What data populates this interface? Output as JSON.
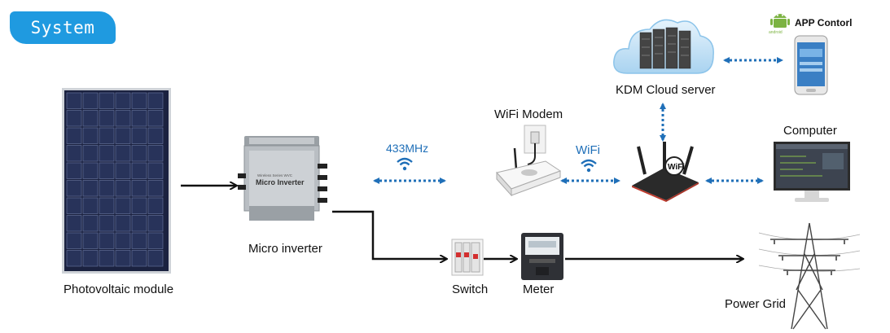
{
  "title": "System",
  "labels": {
    "pv_module": "Photovoltaic module",
    "micro_inverter": "Micro inverter",
    "switch": "Switch",
    "meter": "Meter",
    "power_grid": "Power Grid",
    "wifi_modem": "WiFi Modem",
    "cloud_server": "KDM Cloud server",
    "computer": "Computer",
    "app_control": "APP Contorl",
    "freq_433": "433MHz",
    "wifi": "WiFi",
    "android": "android"
  },
  "device_text": {
    "inverter_brand": "Micro Inverter",
    "inverter_small": "Wireless Series WVC",
    "router_badge": "WiFi"
  },
  "colors": {
    "title_bg": "#1f9ae0",
    "link_blue": "#1f6fb8",
    "power_line": "#111111",
    "android_green": "#7cb342"
  }
}
